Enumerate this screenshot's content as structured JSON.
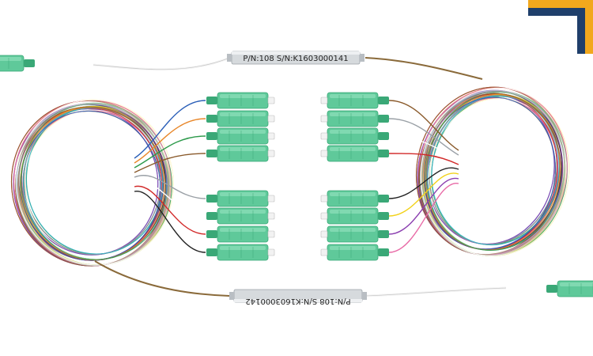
{
  "photo": {
    "subject": "fiber-optic-plc-splitter",
    "labels": {
      "top": "P/N:108 S/N:K1603000141",
      "bottom": "P/N:108 S/N:K1603000142"
    },
    "colors": {
      "connector_green": "#5fc99a",
      "connector_dark": "#3aa877",
      "ferrule_white": "#f2f2f2",
      "tube_steel": "#cfd4d8",
      "accent_yellow": "#f2a81d",
      "accent_navy": "#1f3f6b"
    },
    "fiber_colors": [
      "#2b5fb8",
      "#e8872a",
      "#2d9a4b",
      "#8a5a2b",
      "#9aa0a6",
      "#ffffff",
      "#d22a2a",
      "#222222",
      "#f2d21a",
      "#8b3fb0",
      "#e86aa6",
      "#2ab0c9"
    ]
  }
}
